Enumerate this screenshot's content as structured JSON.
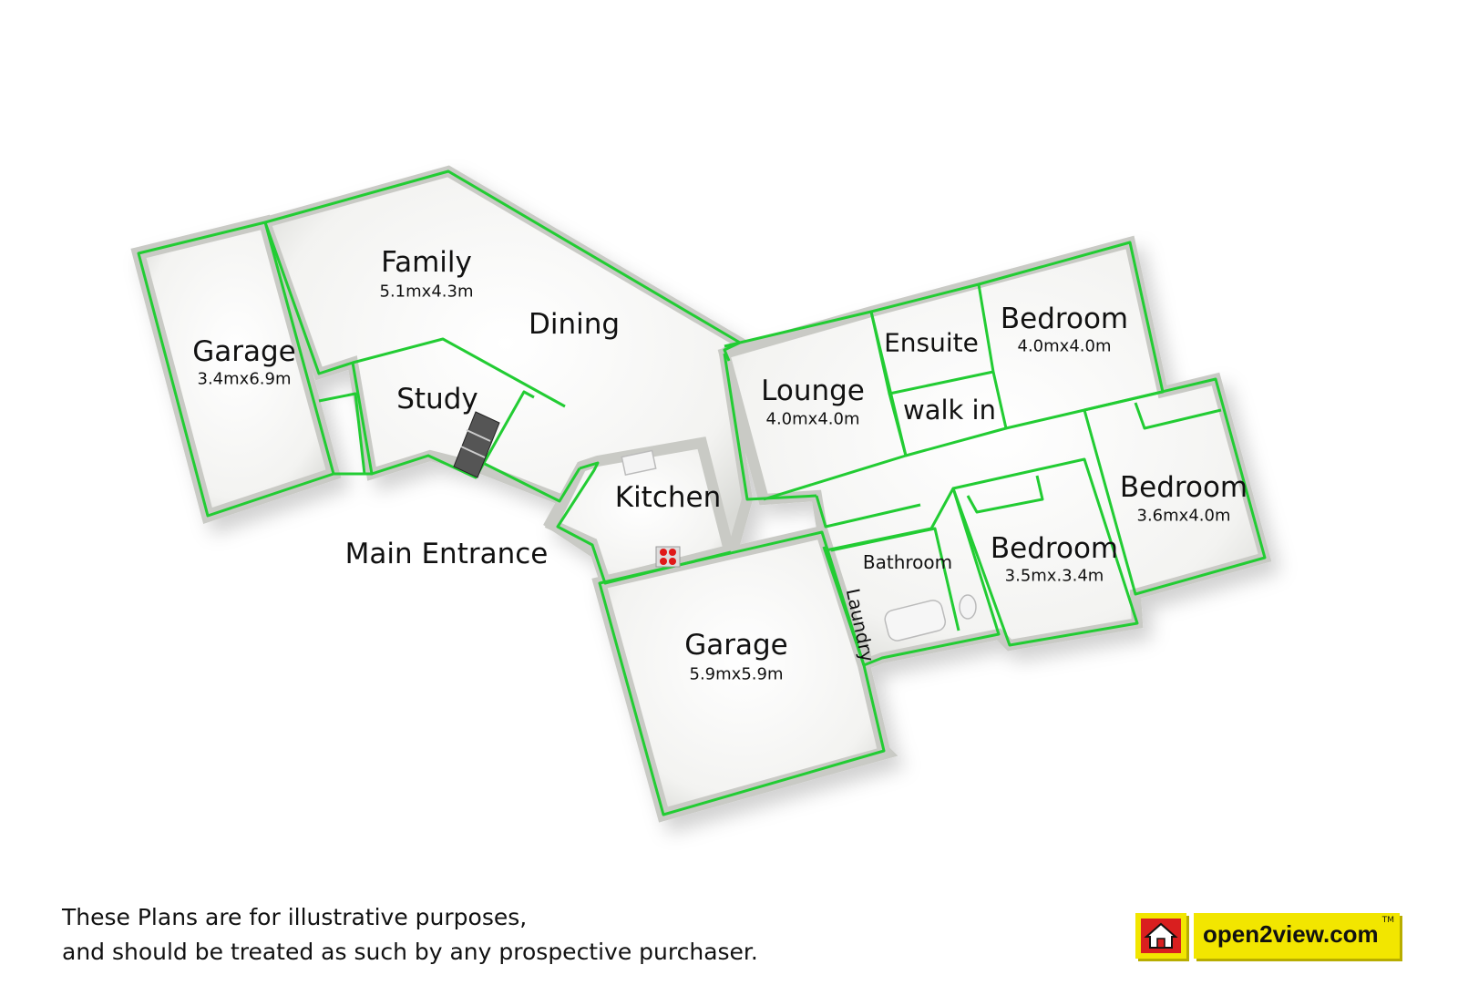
{
  "rooms": {
    "garage_left": {
      "name": "Garage",
      "dim": "3.4mx6.9m"
    },
    "family": {
      "name": "Family",
      "dim": "5.1mx4.3m"
    },
    "dining": {
      "name": "Dining"
    },
    "study": {
      "name": "Study"
    },
    "kitchen": {
      "name": "Kitchen"
    },
    "lounge": {
      "name": "Lounge",
      "dim": "4.0mx4.0m"
    },
    "ensuite": {
      "name": "Ensuite"
    },
    "walk_in": {
      "name": "walk in"
    },
    "bedroom_1": {
      "name": "Bedroom",
      "dim": "4.0mx4.0m"
    },
    "bedroom_2": {
      "name": "Bedroom",
      "dim": "3.6mx4.0m"
    },
    "bedroom_3": {
      "name": "Bedroom",
      "dim": "3.5mx.3.4m"
    },
    "bathroom": {
      "name": "Bathroom"
    },
    "laundry": {
      "name": "Laundry"
    },
    "garage_main": {
      "name": "Garage",
      "dim": "5.9mx5.9m"
    }
  },
  "main_entrance": "Main Entrance",
  "disclaimer": {
    "line1": "These Plans are for illustrative purposes,",
    "line2": "and should be treated as such by any prospective purchaser."
  },
  "logo": {
    "text": "open2view.com",
    "tm": "TM"
  },
  "colors": {
    "wall_outline": "#22cc33",
    "logo_yellow": "#f2e600",
    "logo_red": "#d91f1f"
  }
}
